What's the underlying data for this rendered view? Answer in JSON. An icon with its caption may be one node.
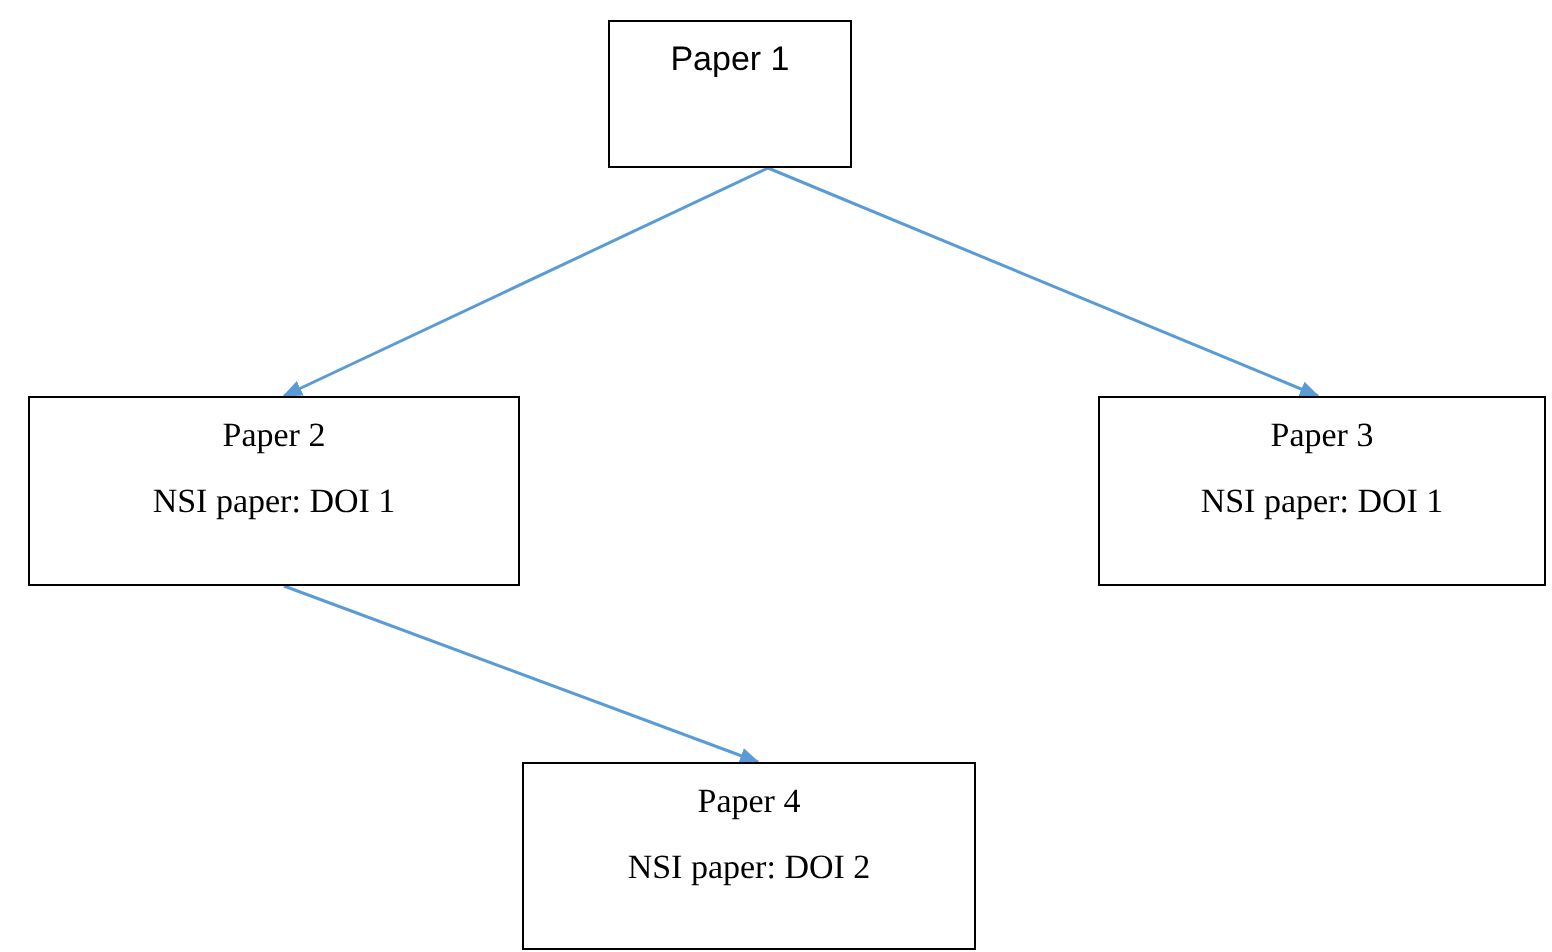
{
  "diagram": {
    "nodes": [
      {
        "text": [
          "Paper 1"
        ]
      },
      {
        "text": [
          "Paper 2",
          "NSI paper: DOI 1"
        ]
      },
      {
        "text": [
          "Paper 3",
          "NSI paper: DOI 1"
        ]
      },
      {
        "text": [
          "Paper 4",
          "NSI paper: DOI 2"
        ]
      }
    ],
    "edges": [
      {
        "from": 0,
        "to": 1,
        "arrow": "to"
      },
      {
        "from": 0,
        "to": 2,
        "arrow": "to"
      },
      {
        "from": 1,
        "to": 3,
        "arrow": "to"
      }
    ]
  }
}
